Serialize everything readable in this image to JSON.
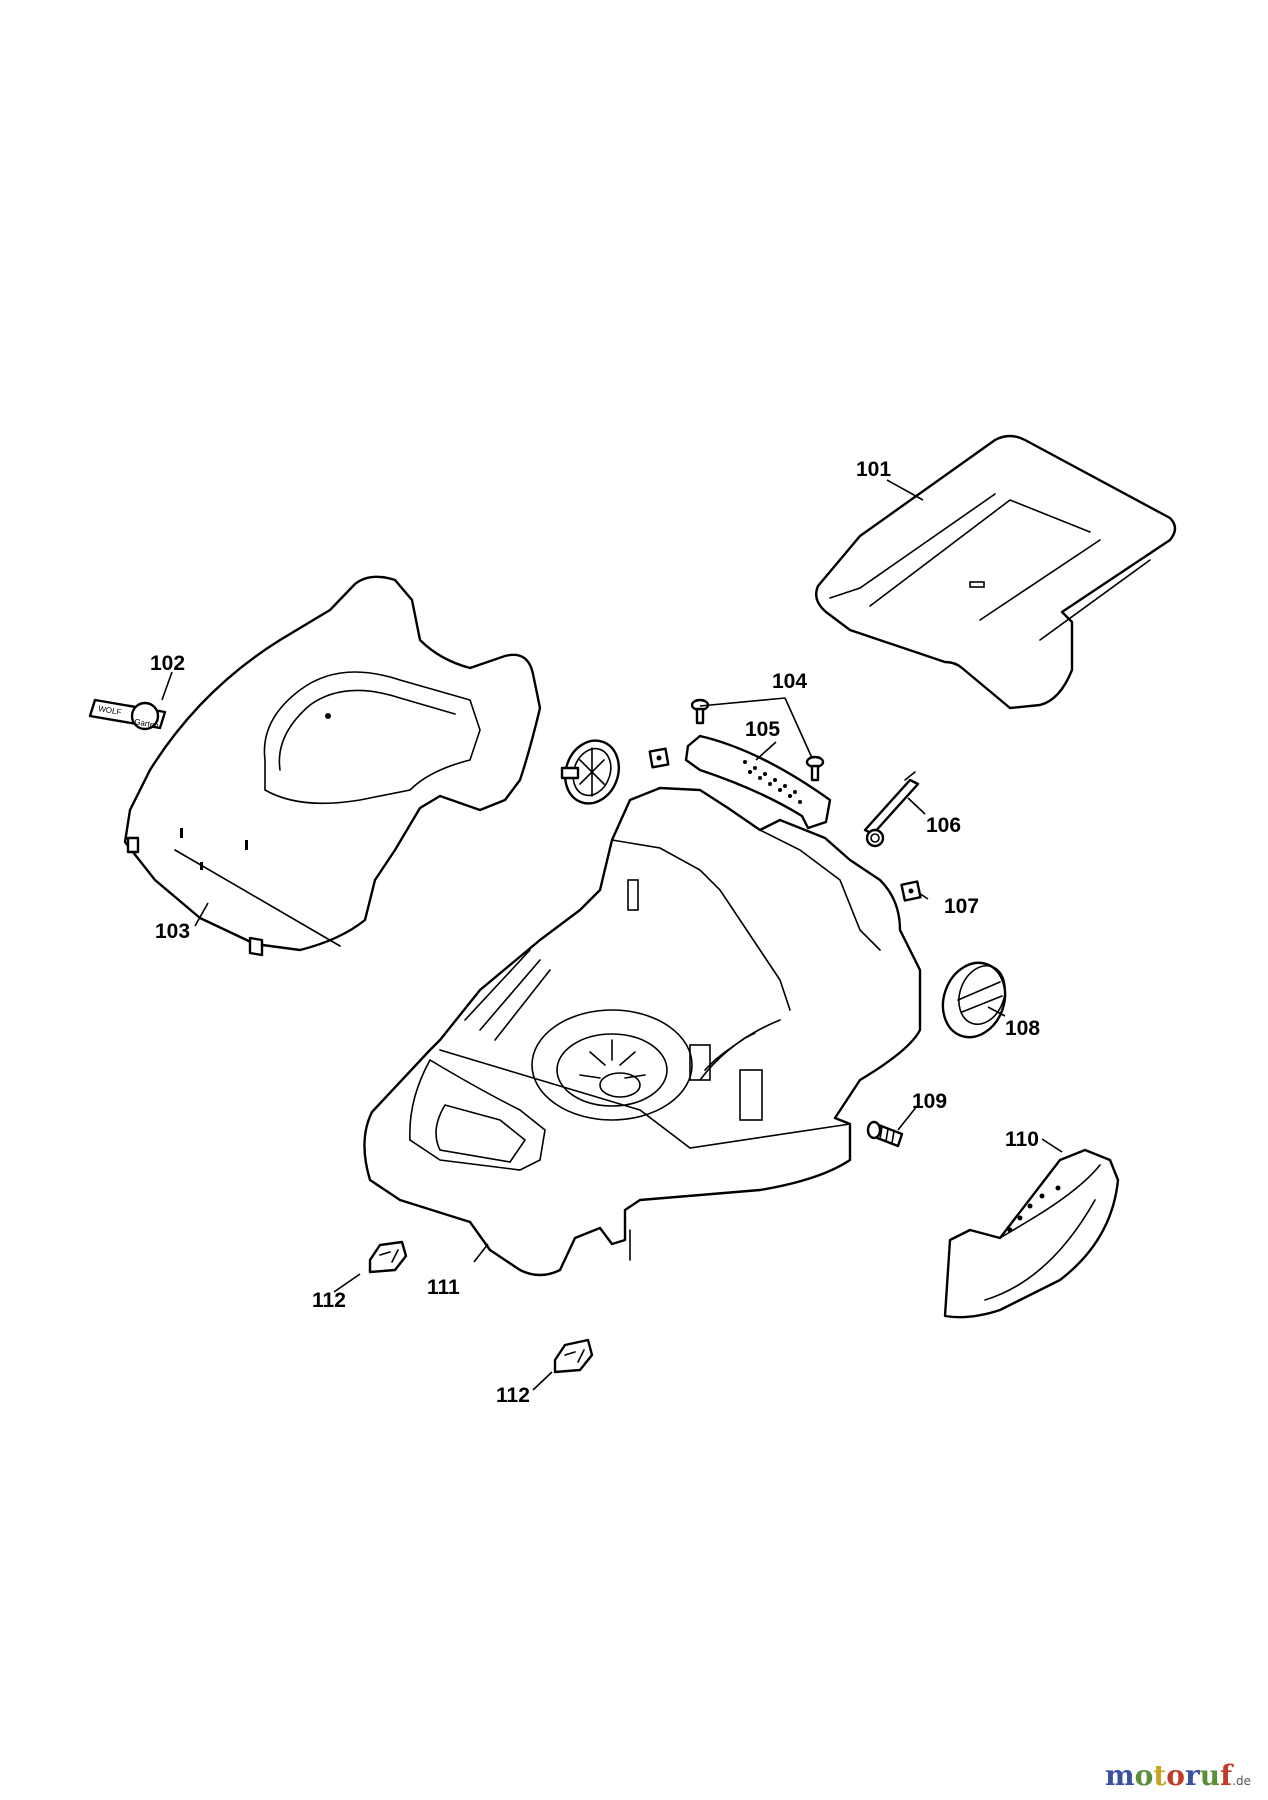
{
  "parts": [
    {
      "id": "101",
      "label": "101"
    },
    {
      "id": "102",
      "label": "102"
    },
    {
      "id": "103",
      "label": "103"
    },
    {
      "id": "104",
      "label": "104"
    },
    {
      "id": "105",
      "label": "105"
    },
    {
      "id": "106",
      "label": "106"
    },
    {
      "id": "107",
      "label": "107"
    },
    {
      "id": "108",
      "label": "108"
    },
    {
      "id": "109",
      "label": "109"
    },
    {
      "id": "110",
      "label": "110"
    },
    {
      "id": "111",
      "label": "111"
    },
    {
      "id": "112a",
      "label": "112"
    },
    {
      "id": "112b",
      "label": "112"
    }
  ],
  "badge": {
    "text_1": "WOLF",
    "text_2": "Garten"
  },
  "watermark": {
    "letters": [
      {
        "char": "m",
        "color": "#3b4fa0"
      },
      {
        "char": "o",
        "color": "#5a8e3a"
      },
      {
        "char": "t",
        "color": "#c8a320"
      },
      {
        "char": "o",
        "color": "#c23b2a"
      },
      {
        "char": "r",
        "color": "#3b4fa0"
      },
      {
        "char": "u",
        "color": "#5a8e3a"
      },
      {
        "char": "f",
        "color": "#c23b2a"
      }
    ],
    "suffix": ".de"
  }
}
